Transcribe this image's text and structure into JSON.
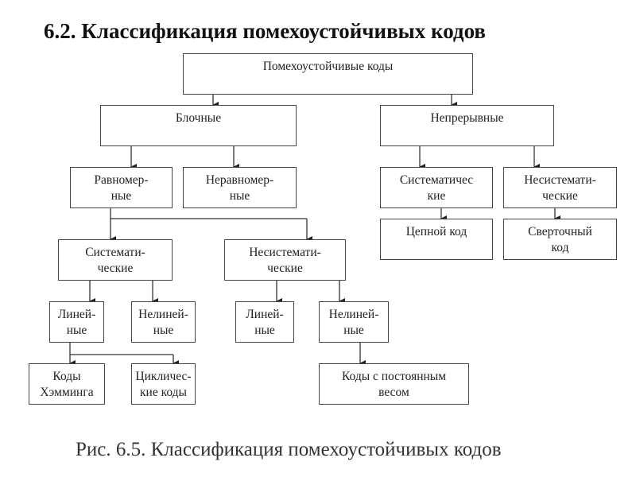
{
  "title": "6.2. Классификация помехоустойчивых кодов",
  "caption": "Рис. 6.5. Классификация помехоустойчивых кодов",
  "nodes": {
    "root": [
      "Помехоустойчивые коды"
    ],
    "block": [
      "Блочные"
    ],
    "continuous": [
      "Непрерывные"
    ],
    "uniform": [
      "Равномер-",
      "ные"
    ],
    "nonuniform": [
      "Неравномер-",
      "ные"
    ],
    "cont_systematic": [
      "Систематичес",
      "кие"
    ],
    "cont_nonsystematic": [
      "Несистемати-",
      "ческие"
    ],
    "chain_code": [
      "Цепной код"
    ],
    "convolutional_code": [
      "Сверточный",
      "код"
    ],
    "systematic": [
      "Системати-",
      "ческие"
    ],
    "nonsystematic": [
      "Несистемати-",
      "ческие"
    ],
    "linear": [
      "Линей-",
      "ные"
    ],
    "nonlinear": [
      "Нелиней-",
      "ные"
    ],
    "ns_linear": [
      "Линей-",
      "ные"
    ],
    "ns_nonlinear": [
      "Нелиней-",
      "ные"
    ],
    "hamming": [
      "Коды",
      "Хэмминга"
    ],
    "cyclic": [
      "Цикличес-",
      "кие коды"
    ],
    "constant_weight": [
      "Коды с постоянным",
      "весом"
    ]
  }
}
